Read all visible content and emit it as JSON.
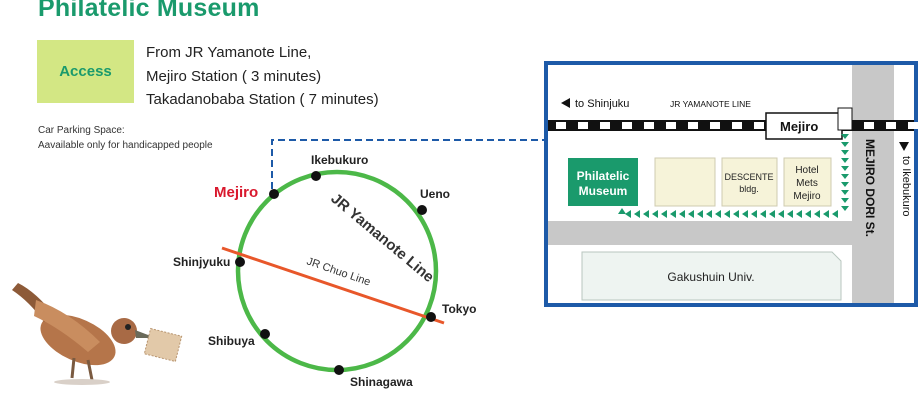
{
  "title": "Philatelic Museum",
  "access": {
    "label": "Access",
    "lines": [
      "From JR Yamanote Line,",
      "Mejiro Station ( 3 minutes)",
      "Takadanobaba Station ( 7 minutes)"
    ]
  },
  "parking": {
    "line1": "Car Parking Space:",
    "line2": "Aavailable only for handicapped people"
  },
  "rail_map": {
    "line_name": "JR Yamanote Line",
    "chuo_name": "JR Chuo Line",
    "stations": {
      "mejiro": "Mejiro",
      "ikebukuro": "Ikebukuro",
      "ueno": "Ueno",
      "shinjyuku": "Shinjyuku",
      "tokyo": "Tokyo",
      "shibuya": "Shibuya",
      "shinagawa": "Shinagawa"
    },
    "colors": {
      "yamanote": "#4cb848",
      "chuo": "#e8572a",
      "mejiro_label": "#d9182d",
      "connector": "#1d5aa8"
    }
  },
  "street_map": {
    "to_shinjuku": "to Shinjuku",
    "rail_label": "JR YAMANOTE LINE",
    "station": "Mejiro",
    "road_label": "MEJIRO DORI St.",
    "to_ikebukuro": "to Ikebukuro",
    "museum": [
      "Philatelic",
      "Museum"
    ],
    "descente": [
      "DESCENTE",
      "bldg."
    ],
    "hotel": [
      "Hotel",
      "Mets",
      "Mejiro"
    ],
    "university": "Gakushuin Univ.",
    "colors": {
      "frame": "#1d5aa8",
      "museum": "#1a9a6c",
      "road": "#c8c8c8",
      "route": "#1a9a6c"
    }
  }
}
